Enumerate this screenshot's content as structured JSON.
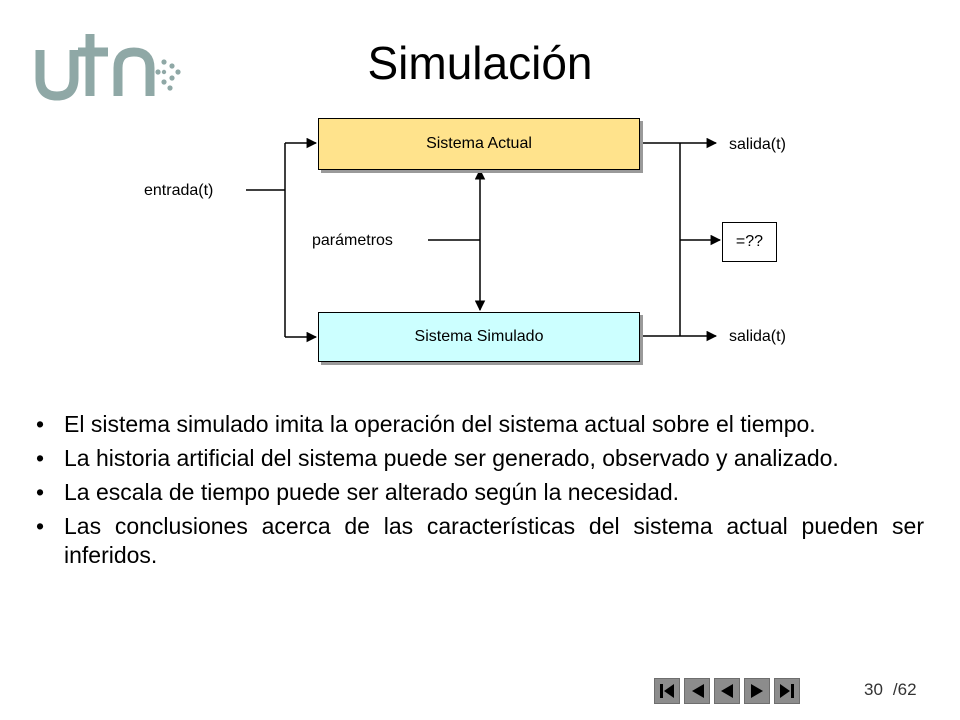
{
  "slide": {
    "title": "Simulación"
  },
  "diagram": {
    "input_label": "entrada(t)",
    "params_label": "parámetros",
    "actual_system": "Sistema Actual",
    "simulated_system": "Sistema Simulado",
    "output_top": "salida(t)",
    "output_bottom": "salida(t)",
    "compare": "=??"
  },
  "bullets": [
    "El sistema simulado imita la operación del sistema actual sobre el tiempo.",
    "La historia artificial del sistema puede ser generado, observado y analizado.",
    "La escala de tiempo puede ser alterado según la necesidad.",
    "Las conclusiones acerca de las características del sistema actual pueden ser inferidos."
  ],
  "footer": {
    "page": "30",
    "total": "/62"
  },
  "navigation": [
    "first-icon",
    "back-icon",
    "previous-icon",
    "next-icon",
    "last-icon"
  ],
  "colors": {
    "actual_box": "#ffe38c",
    "simulated_box": "#ccffff",
    "logo": "#8fa8a6"
  }
}
